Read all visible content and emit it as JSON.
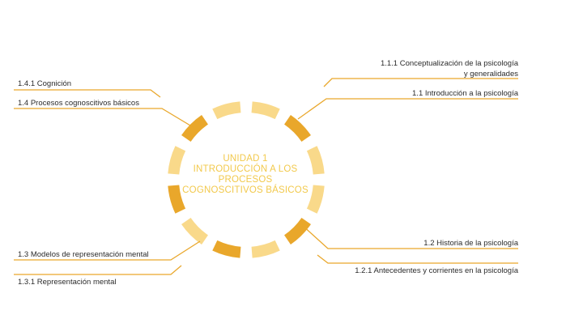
{
  "center": {
    "lines": [
      "UNIDAD 1",
      "INTRODUCCIÓN A LOS",
      "PROCESOS",
      "COGNOSCITIVOS BÁSICOS"
    ]
  },
  "nodes": {
    "n111": {
      "lines": [
        "1.1.1 Conceptualización de la psicología",
        "y generalidades"
      ]
    },
    "n11": {
      "text": "1.1 Introducción a la psicología"
    },
    "n141": {
      "text": "1.4.1 Cognición"
    },
    "n14": {
      "text": "1.4 Procesos cognoscitivos básicos"
    },
    "n12": {
      "text": "1.2 Historia de la psicología"
    },
    "n121": {
      "text": "1.2.1 Antecedentes y corrientes en la psicología"
    },
    "n13": {
      "text": "1.3 Modelos de representación mental"
    },
    "n131": {
      "text": "1.3.1 Representación mental"
    }
  },
  "colors": {
    "dark": "#e9a72b",
    "light": "#f9d98a",
    "line": "#e9a72b",
    "title": "#f2c94c",
    "text": "#2b2b2b"
  }
}
